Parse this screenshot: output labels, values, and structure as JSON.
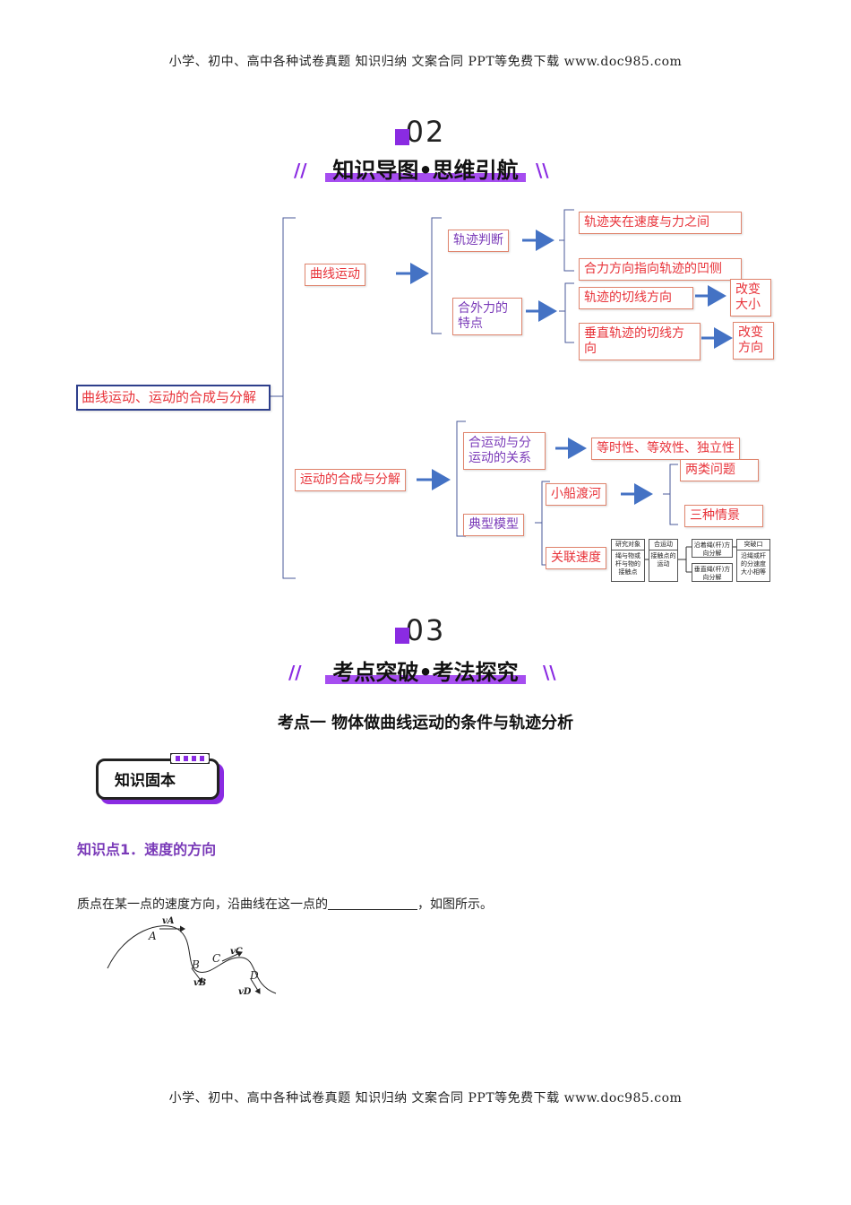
{
  "header": {
    "text": "小学、初中、高中各种试卷真题  知识归纳  文案合同  PPT等免费下载     www.doc985.com"
  },
  "footer": {
    "text": "小学、初中、高中各种试卷真题  知识归纳  文案合同  PPT等免费下载     www.doc985.com"
  },
  "section2": {
    "number": "02",
    "title": "知识导图•思维引航"
  },
  "mindmap": {
    "root": "曲线运动、运动的合成与分解",
    "curve_motion": "曲线运动",
    "trajectory": "轨迹判断",
    "traj_1": "轨迹夹在速度与力之间",
    "traj_2": "合力方向指向轨迹的凹侧",
    "force": "合外力的特点",
    "force_1": "轨迹的切线方向",
    "force_1_res": "改变大小",
    "force_2": "垂直轨迹的切线方向",
    "force_2_res": "改变方向",
    "compose": "运动的合成与分解",
    "relation": "合运动与分运动的关系",
    "relation_res": "等时性、等效性、独立性",
    "models": "典型模型",
    "boat": "小船渡河",
    "boat_1": "两类问题",
    "boat_2": "三种情景",
    "linked": "关联速度",
    "flow": {
      "c1_head": "研究对象",
      "c1_body": "绳与物或杆与物的接触点",
      "c2_head": "合运动",
      "c2_body": "接触点的运动",
      "c3_a": "沿着绳(杆)方向分解",
      "c3_b": "垂直绳(杆)方向分解",
      "c4_head": "突破口",
      "c4_body": "沿绳或杆的分速度大小相等"
    }
  },
  "section3": {
    "number": "03",
    "title": "考点突破•考法探究"
  },
  "topic": "考点一    物体做曲线运动的条件与轨迹分析",
  "badge": "知识固本",
  "kp1": {
    "title": "知识点1．速度的方向",
    "text_before": "质点在某一点的速度方向，沿曲线在这一点的",
    "text_after": "，如图所示。"
  },
  "figure": {
    "labels": [
      "A",
      "B",
      "C",
      "D"
    ],
    "vectors": [
      "vA",
      "vB",
      "vC",
      "vD"
    ]
  },
  "colors": {
    "accent": "#8a2be2",
    "box_text": "#e8333a",
    "purple_text": "#7a3ab8",
    "arrow": "#4472c4"
  }
}
